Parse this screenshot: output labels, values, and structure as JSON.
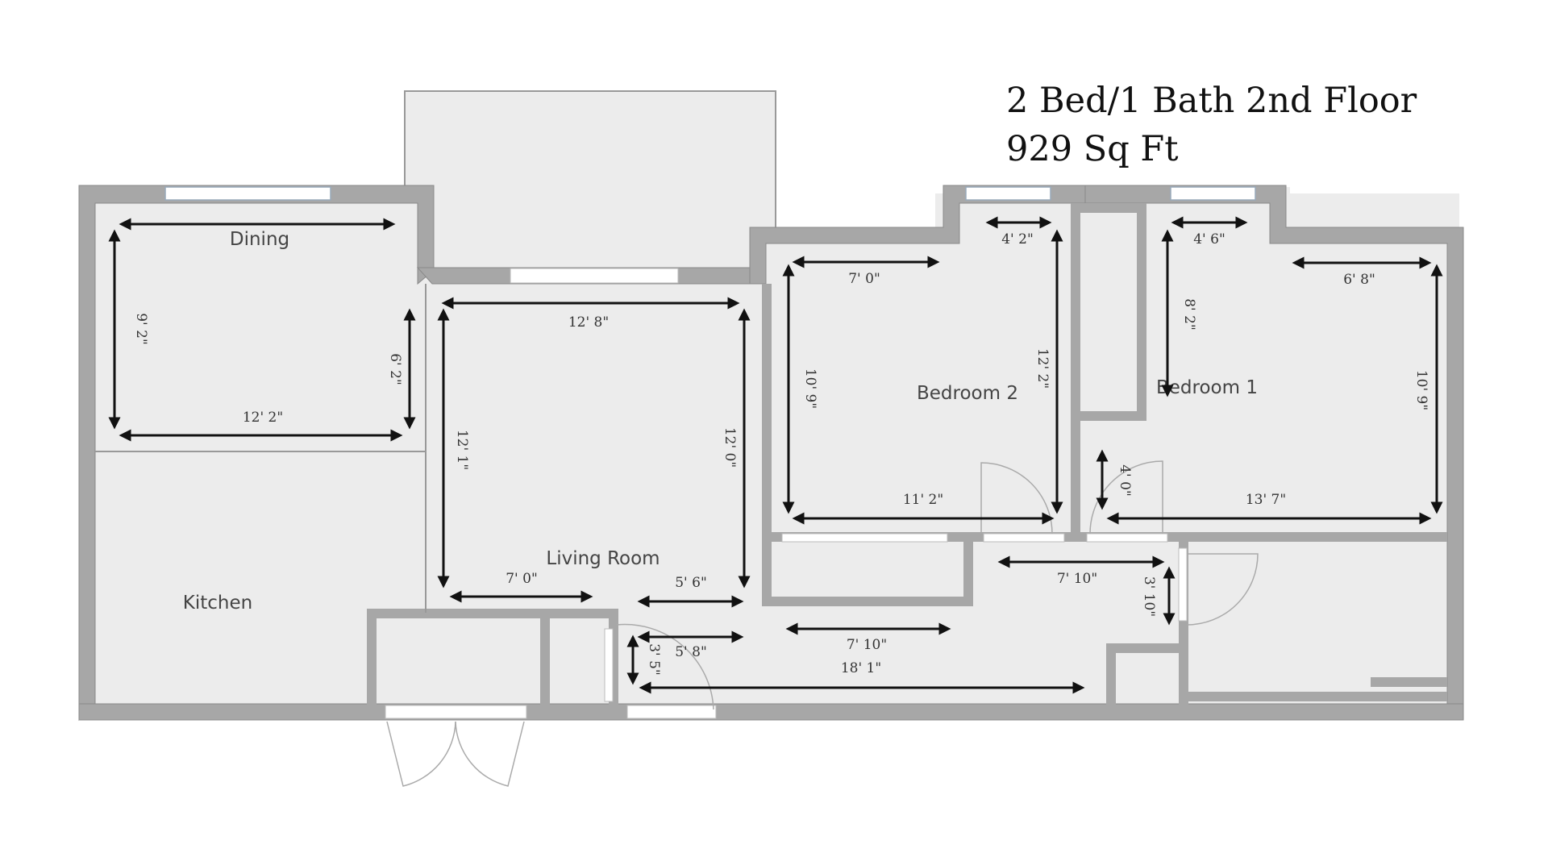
{
  "title": {
    "line1": "2 Bed/1 Bath 2nd Floor",
    "line2": "929 Sq Ft"
  },
  "rooms": {
    "dining": "Dining",
    "kitchen": "Kitchen",
    "living_room": "Living Room",
    "bedroom2": "Bedroom 2",
    "bedroom1": "Bedroom 1"
  },
  "dimensions": {
    "dining_width": "12' 2\"",
    "dining_height_left": "9' 2\"",
    "dining_height_right": "6' 2\"",
    "living_top": "12' 8\"",
    "living_left": "12' 1\"",
    "living_right": "12' 0\"",
    "living_bottom_left": "7' 0\"",
    "living_bottom_right": "5' 6\"",
    "hall_5_8": "5' 8\"",
    "hall_3_5": "3' 5\"",
    "hall_7_10": "7' 10\"",
    "hall_18_1": "18' 1\"",
    "bed2_top": "7' 0\"",
    "bed2_closet": "4' 2\"",
    "bed2_left": "10' 9\"",
    "bed2_right": "12' 2\"",
    "bed2_bottom": "11' 2\"",
    "bed1_closet": "4' 6\"",
    "bed1_top": "6' 8\"",
    "bed1_left": "8' 2\"",
    "bed1_right": "10' 9\"",
    "bed1_bottom": "13' 7\"",
    "bed1_door": "4' 0\"",
    "bath_width": "7' 10\"",
    "bath_height": "3' 10\""
  }
}
